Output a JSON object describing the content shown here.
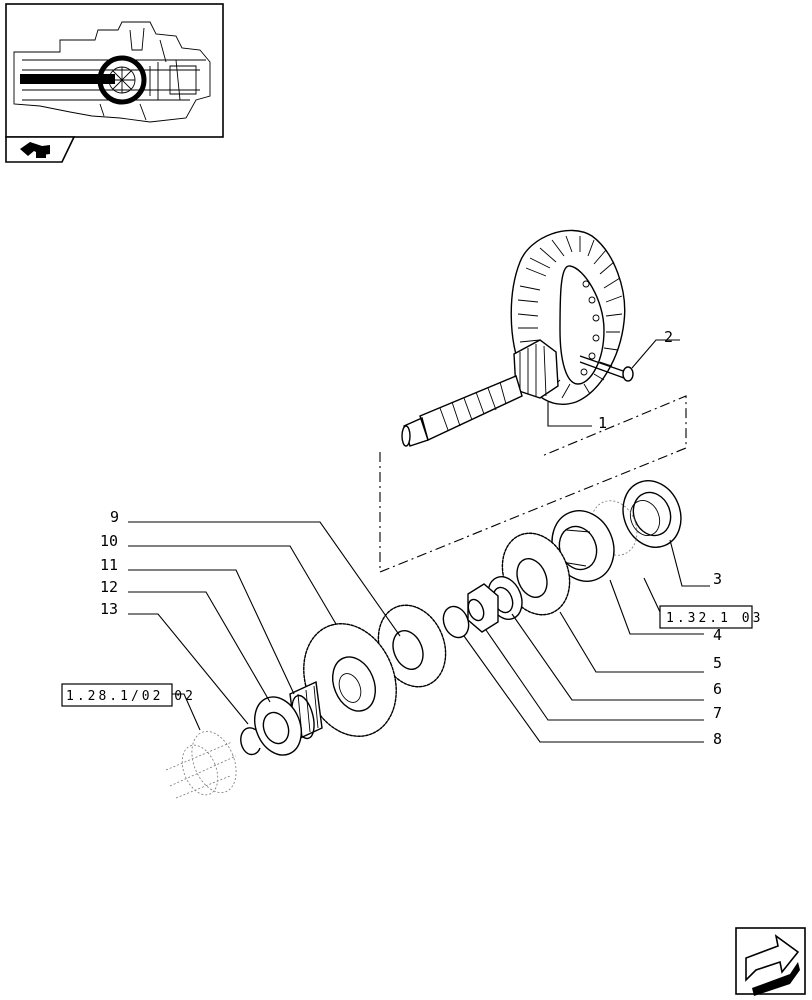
{
  "callouts": [
    {
      "id": "1",
      "label": "1"
    },
    {
      "id": "2",
      "label": "2"
    },
    {
      "id": "3",
      "label": "3"
    },
    {
      "id": "4",
      "label": "4"
    },
    {
      "id": "5",
      "label": "5"
    },
    {
      "id": "6",
      "label": "6"
    },
    {
      "id": "7",
      "label": "7"
    },
    {
      "id": "8",
      "label": "8"
    },
    {
      "id": "9",
      "label": "9"
    },
    {
      "id": "10",
      "label": "10"
    },
    {
      "id": "11",
      "label": "11"
    },
    {
      "id": "12",
      "label": "12"
    },
    {
      "id": "13",
      "label": "13"
    }
  ],
  "references": {
    "bearing_group": "1.32.1 03",
    "shaft_group": "1.28.1/02 02"
  },
  "icons": {
    "thumbnail": "transmission-thumbnail-icon",
    "back": "back-arrow-icon",
    "next": "next-page-arrow-icon"
  }
}
